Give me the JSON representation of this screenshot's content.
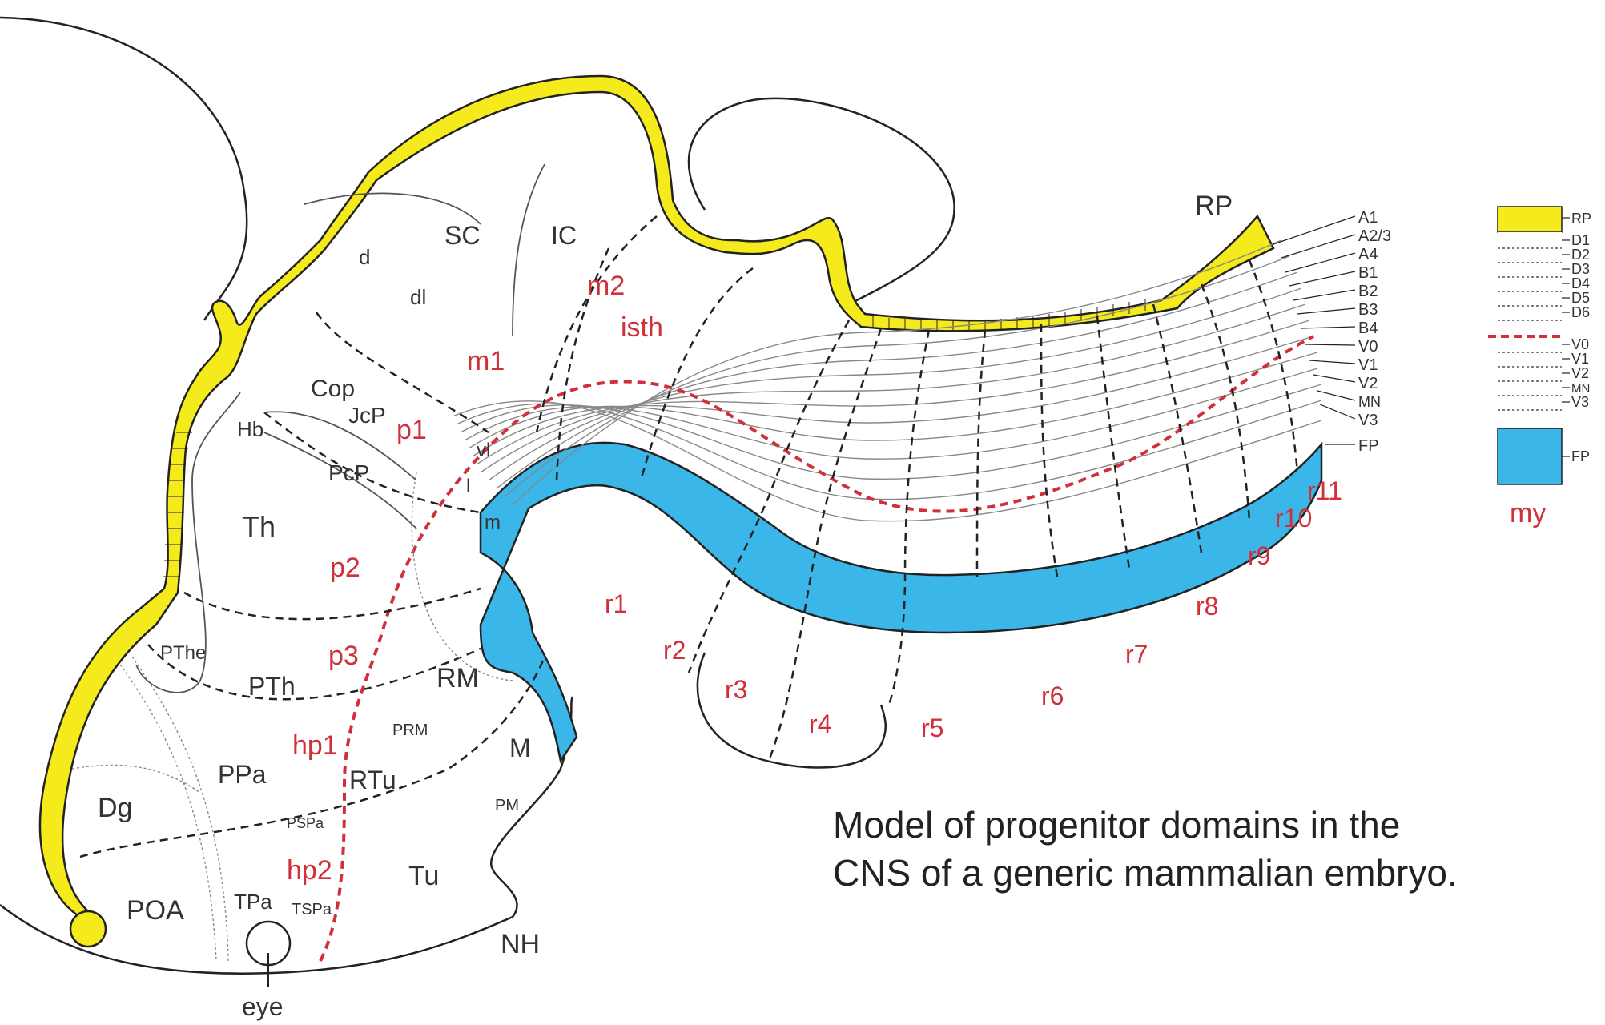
{
  "caption": {
    "line1": "Model of progenitor domains in the",
    "line2": "CNS of a generic mammalian embryo."
  },
  "colors": {
    "roof_plate": "#f4ea1c",
    "floor_plate": "#3bb6e8",
    "limit_line": "#d0303a",
    "label_gray": "#333333",
    "label_red": "#d0303a"
  },
  "regions_gray": [
    {
      "id": "sc",
      "text": "SC"
    },
    {
      "id": "ic",
      "text": "IC"
    },
    {
      "id": "d",
      "text": "d"
    },
    {
      "id": "dl",
      "text": "dl"
    },
    {
      "id": "cop",
      "text": "Cop"
    },
    {
      "id": "jcp",
      "text": "JcP"
    },
    {
      "id": "hb",
      "text": "Hb"
    },
    {
      "id": "pcp",
      "text": "PcP"
    },
    {
      "id": "vl",
      "text": "vl"
    },
    {
      "id": "l",
      "text": "l"
    },
    {
      "id": "m",
      "text": "m"
    },
    {
      "id": "th",
      "text": "Th"
    },
    {
      "id": "pthe",
      "text": "PThe"
    },
    {
      "id": "pth",
      "text": "PTh"
    },
    {
      "id": "rm",
      "text": "RM"
    },
    {
      "id": "prm",
      "text": "PRM"
    },
    {
      "id": "m_big",
      "text": "M"
    },
    {
      "id": "ppa",
      "text": "PPa"
    },
    {
      "id": "rtu",
      "text": "RTu"
    },
    {
      "id": "pm",
      "text": "PM"
    },
    {
      "id": "dg",
      "text": "Dg"
    },
    {
      "id": "pspa",
      "text": "PSPa"
    },
    {
      "id": "tu",
      "text": "Tu"
    },
    {
      "id": "poa",
      "text": "POA"
    },
    {
      "id": "tpa",
      "text": "TPa"
    },
    {
      "id": "tspa",
      "text": "TSPa"
    },
    {
      "id": "nh",
      "text": "NH"
    },
    {
      "id": "eye",
      "text": "eye"
    },
    {
      "id": "rp",
      "text": "RP"
    }
  ],
  "regions_red": [
    {
      "id": "m2",
      "text": "m2"
    },
    {
      "id": "isth",
      "text": "isth"
    },
    {
      "id": "m1",
      "text": "m1"
    },
    {
      "id": "p1",
      "text": "p1"
    },
    {
      "id": "p2",
      "text": "p2"
    },
    {
      "id": "p3",
      "text": "p3"
    },
    {
      "id": "hp1",
      "text": "hp1"
    },
    {
      "id": "hp2",
      "text": "hp2"
    },
    {
      "id": "r1",
      "text": "r1"
    },
    {
      "id": "r2",
      "text": "r2"
    },
    {
      "id": "r3",
      "text": "r3"
    },
    {
      "id": "r4",
      "text": "r4"
    },
    {
      "id": "r5",
      "text": "r5"
    },
    {
      "id": "r6",
      "text": "r6"
    },
    {
      "id": "r7",
      "text": "r7"
    },
    {
      "id": "r8",
      "text": "r8"
    },
    {
      "id": "r9",
      "text": "r9"
    },
    {
      "id": "r10",
      "text": "r10"
    },
    {
      "id": "r11",
      "text": "r11"
    }
  ],
  "domains": [
    "A1",
    "A2/3",
    "A4",
    "B1",
    "B2",
    "B3",
    "B4",
    "V0",
    "V1",
    "V2",
    "MN",
    "V3",
    "FP"
  ],
  "legend": {
    "items": [
      "RP",
      "D1",
      "D2",
      "D3",
      "D4",
      "D5",
      "D6",
      "V0",
      "V1",
      "V2",
      "MN",
      "V3",
      "FP"
    ],
    "title": "my"
  }
}
